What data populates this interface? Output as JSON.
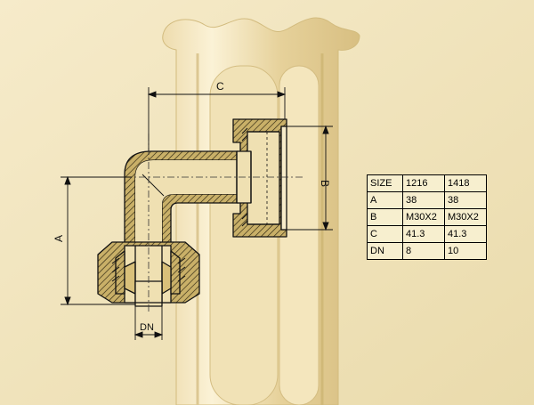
{
  "dimensions": {
    "a_label": "A",
    "b_label": "B",
    "c_label": "C",
    "dn_label": "DN"
  },
  "table": {
    "header": [
      "SIZE",
      "1216",
      "1418"
    ],
    "rows": [
      [
        "A",
        "38",
        "38"
      ],
      [
        "B",
        "M30X2",
        "M30X2"
      ],
      [
        "C",
        "41.3",
        "41.3"
      ],
      [
        "DN",
        "8",
        "10"
      ]
    ]
  },
  "colors": {
    "background": "#f2e5c0",
    "radiator": "#e8d5a0",
    "hatch_fill": "#c9b068",
    "line": "#111111"
  }
}
